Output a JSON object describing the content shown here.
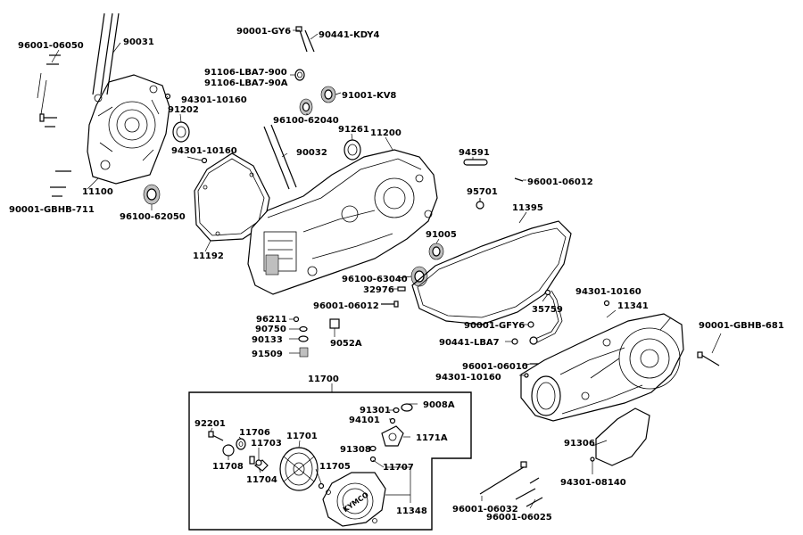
{
  "labels": {
    "l_96001_06050": "96001-06050",
    "l_90031": "90031",
    "l_90001_gy6": "90001-GY6",
    "l_90441_kdy4": "90441-KDY4",
    "l_91106_lba7_900": "91106-LBA7-900",
    "l_91106_lba7_90a": "91106-LBA7-90A",
    "l_94301_10160_a": "94301-10160",
    "l_91202": "91202",
    "l_91001_kv8": "91001-KV8",
    "l_96100_62040": "96100-62040",
    "l_91261": "91261",
    "l_11200": "11200",
    "l_94301_10160_b": "94301-10160",
    "l_90032": "90032",
    "l_94591": "94591",
    "l_96001_06012_a": "96001-06012",
    "l_11100": "11100",
    "l_90001_gbhb_711": "90001-GBHB-711",
    "l_96100_62050": "96100-62050",
    "l_95701": "95701",
    "l_11395": "11395",
    "l_11192": "11192",
    "l_91005": "91005",
    "l_96100_63040": "96100-63040",
    "l_32976": "32976",
    "l_94301_10160_c": "94301-10160",
    "l_96001_06012_b": "96001-06012",
    "l_35759": "35759",
    "l_11341": "11341",
    "l_96211": "96211",
    "l_90750": "90750",
    "l_90133": "90133",
    "l_9052a": "9052A",
    "l_91509": "91509",
    "l_90001_gfy6": "90001-GFY6",
    "l_90441_lba7": "90441-LBA7",
    "l_90001_gbhb_681": "90001-GBHB-681",
    "l_96001_06010": "96001-06010",
    "l_94301_10160_d": "94301-10160",
    "l_11700": "11700",
    "l_91301": "91301",
    "l_9008a": "9008A",
    "l_94101": "94101",
    "l_1171a": "1171A",
    "l_92201": "92201",
    "l_11706": "11706",
    "l_11701": "11701",
    "l_11703": "11703",
    "l_91308": "91308",
    "l_11708": "11708",
    "l_11705": "11705",
    "l_11707": "11707",
    "l_11704": "11704",
    "l_91306": "91306",
    "l_94301_08140": "94301-08140",
    "l_11348": "11348",
    "l_96001_06032": "96001-06032",
    "l_96001_06025": "96001-06025"
  },
  "emblem": "KYMCO"
}
